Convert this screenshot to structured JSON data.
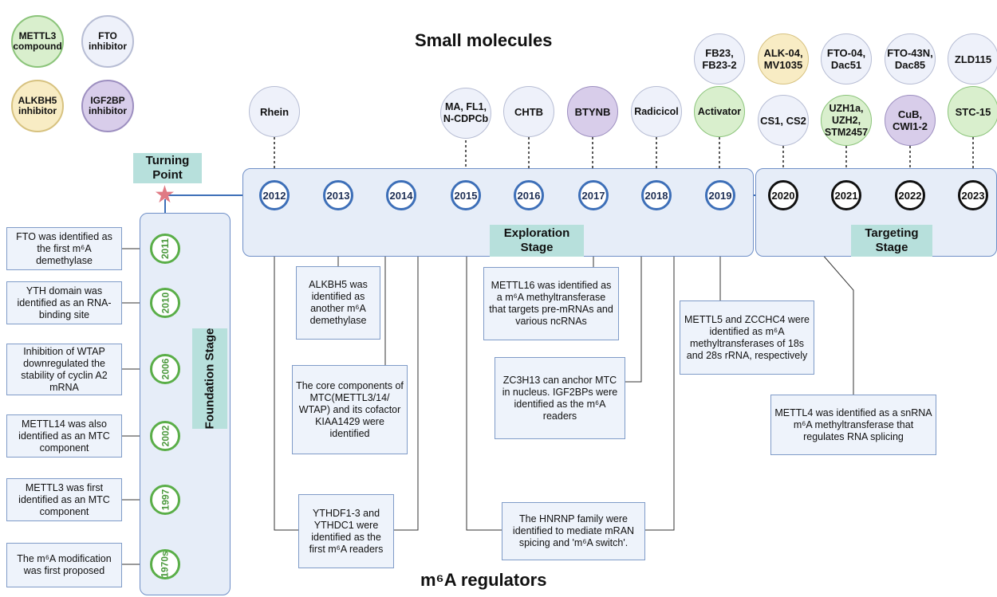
{
  "header": {
    "small_molecules_title": "Small molecules",
    "regulators_title": "m⁶A regulators"
  },
  "legend": [
    {
      "label": "METTL3 compound",
      "kind": "mettl"
    },
    {
      "label": "FTO inhibitor",
      "kind": "fto"
    },
    {
      "label": "ALKBH5 inhibitor",
      "kind": "alk"
    },
    {
      "label": "IGF2BP inhibitor",
      "kind": "igf"
    }
  ],
  "turning_point": "Turning Point",
  "stages": {
    "foundation": "Foundation Stage",
    "exploration": "Exploration Stage",
    "targeting": "Targeting Stage"
  },
  "years_horizontal": [
    "2012",
    "2013",
    "2014",
    "2015",
    "2016",
    "2017",
    "2018",
    "2019",
    "2020",
    "2021",
    "2022",
    "2023"
  ],
  "years_vertical": [
    "2011",
    "2010",
    "2006",
    "2002",
    "1997",
    "1970s"
  ],
  "molecules": {
    "rhein": "Rhein",
    "ma": "MA, FL1, N-CDPCb",
    "chtb": "CHTB",
    "btynb": "BTYNB",
    "radicicol": "Radicicol",
    "fb23": "FB23, FB23-2",
    "activator": "Activator",
    "alk04": "ALK-04, MV1035",
    "cs1": "CS1, CS2",
    "fto04": "FTO-04, Dac51",
    "uzh": "UZH1a, UZH2, STM2457",
    "fto43": "FTO-43N, Dac85",
    "cub": "CuB, CWI1-2",
    "zld": "ZLD115",
    "stc": "STC-15"
  },
  "foundation_notes": [
    "FTO was identified as the first m⁶A demethylase",
    "YTH domain was identified as an RNA-binding site",
    "Inhibition of WTAP downregulated the stability of cyclin A2 mRNA",
    "METTL14 was also identified as an MTC component",
    "METTL3 was first identified as an MTC component",
    "The m⁶A modification was first proposed"
  ],
  "notes": {
    "alkbh5": "ALKBH5 was identified as another m⁶A demethylase",
    "core": "The core components of MTC(METTL3/14/ WTAP) and its cofactor KIAA1429 were identified",
    "ythdf": "YTHDF1-3 and YTHDC1 were identified as the first m⁶A readers",
    "mettl16": "METTL16 was identified as a m⁶A methyltransferase that targets pre-mRNAs and various ncRNAs",
    "zc3h13": "ZC3H13 can anchor MTC in nucleus. IGF2BPs were identified as the m⁶A readers",
    "hnrnp": "The HNRNP family were identified to mediate mRAN spicing and 'm⁶A switch'.",
    "mettl5": "METTL5 and ZCCHC4 were identified as m⁶A methyltransferases of 18s and 28s rRNA, respectively",
    "mettl4": "METTL4 was identified as a snRNA m⁶A methyltransferase that regulates RNA splicing"
  },
  "colors": {
    "timeline_blue": "#3d6fb8",
    "foundation_green": "#5aae48",
    "stage_fill": "#e6edf8",
    "stage_label": "#b7e0dc",
    "star": "#e07a84"
  }
}
